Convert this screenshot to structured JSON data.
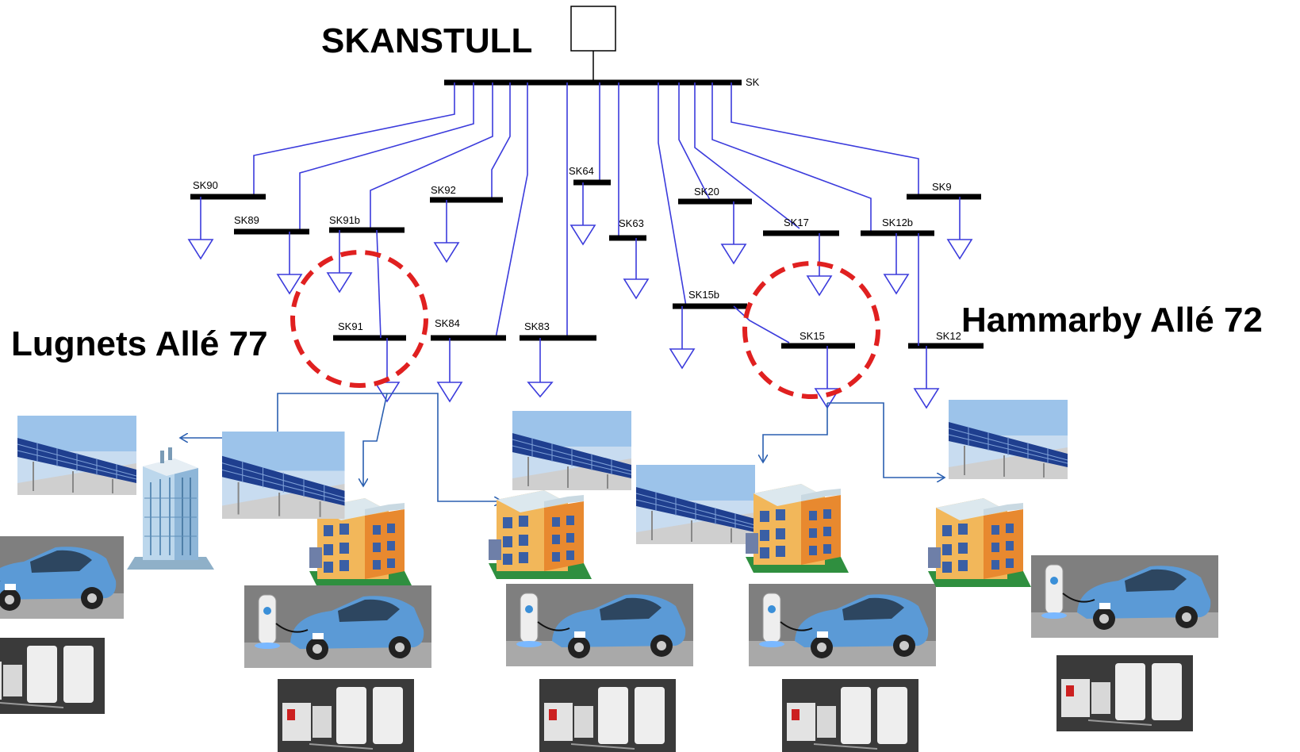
{
  "diagram": {
    "title": "SKANSTULL",
    "substation_bus": "SK",
    "buses": [
      "SK90",
      "SK89",
      "SK91b",
      "SK92",
      "SK64",
      "SK63",
      "SK20",
      "SK17",
      "SK12b",
      "SK9",
      "SK91",
      "SK84",
      "SK83",
      "SK15b",
      "SK15",
      "SK12"
    ],
    "site_left": "Lugnets Allé 77",
    "site_right": "Hammarby Allé 72",
    "highlighted_buses": [
      "SK91",
      "SK15"
    ],
    "icons": [
      "solar-panel-icon",
      "electric-car-icon",
      "home-battery-icon",
      "apartment-building-icon",
      "office-tower-icon"
    ],
    "colors": {
      "feeder": "#3b3bdc",
      "bus": "#000000",
      "highlight": "#e02020",
      "link": "#2a5fb0"
    }
  }
}
